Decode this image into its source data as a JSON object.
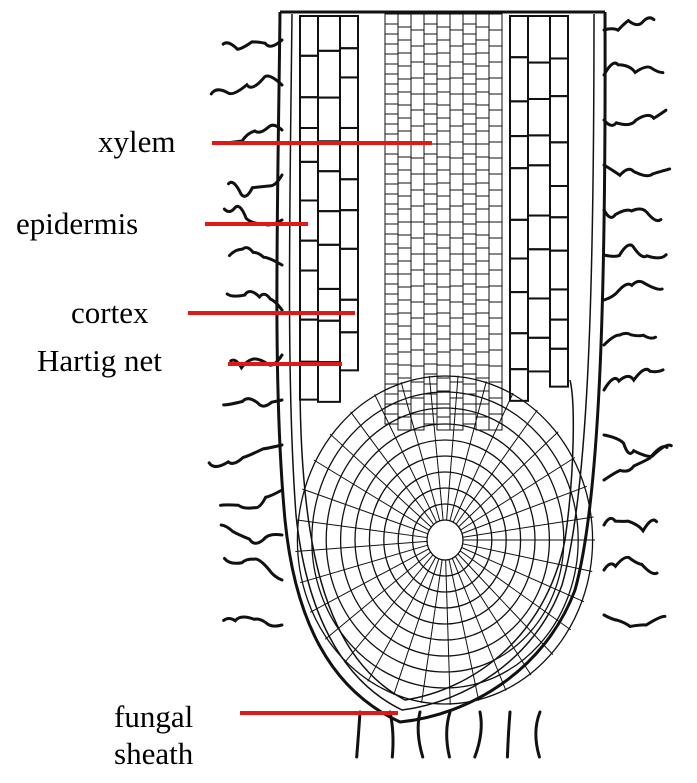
{
  "labels": {
    "xylem": "xylem",
    "epidermis": "epidermis",
    "cortex": "cortex",
    "hartig_net": "Hartig net",
    "fungal_sheath_line1": "fungal",
    "fungal_sheath_line2": "sheath"
  },
  "colors": {
    "leader_line": "#e01818",
    "ink": "#111111",
    "background": "#ffffff"
  }
}
